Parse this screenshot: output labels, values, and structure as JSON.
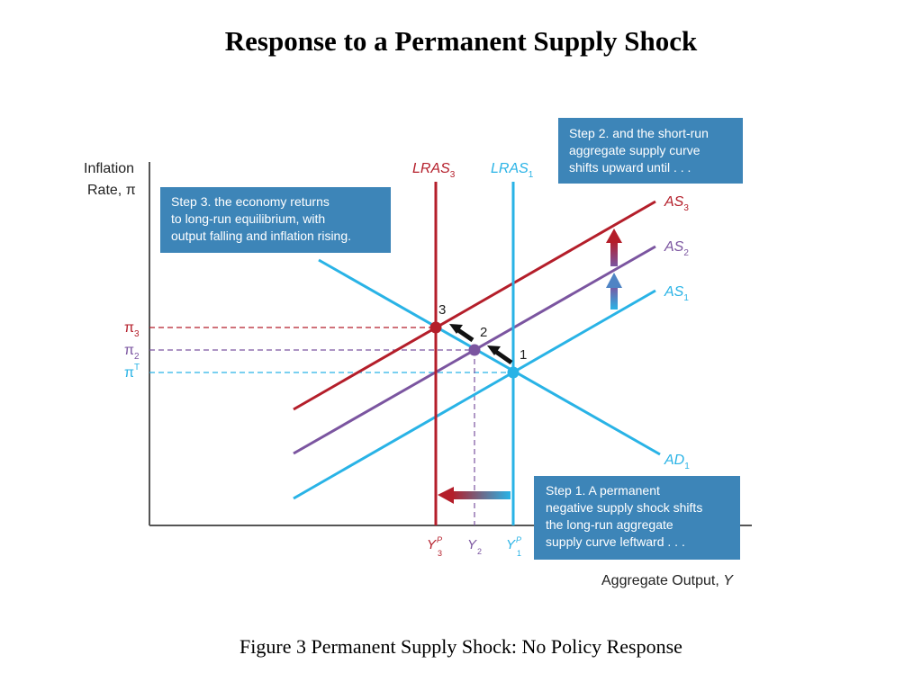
{
  "title": "Response to a Permanent Supply Shock",
  "caption": "Figure 3  Permanent Supply Shock: No Policy Response",
  "colors": {
    "blue": "#29b3e6",
    "purple": "#7b55a0",
    "red": "#b41e2a",
    "box": "#3d85b8",
    "gray": "#555555"
  },
  "axes": {
    "y_label_line1": "Inflation",
    "y_label_line2": "Rate, π",
    "x_label": "Aggregate Output, ",
    "x_label_var": "Y"
  },
  "curves": {
    "lras3": {
      "main": "LRAS",
      "sub": "3"
    },
    "lras1": {
      "main": "LRAS",
      "sub": "1"
    },
    "as3": {
      "main": "AS",
      "sub": "3"
    },
    "as2": {
      "main": "AS",
      "sub": "2"
    },
    "as1": {
      "main": "AS",
      "sub": "1"
    },
    "ad1": {
      "main": "AD",
      "sub": "1"
    }
  },
  "points": {
    "p1": "1",
    "p2": "2",
    "p3": "3"
  },
  "y_ticks": {
    "pi3": {
      "main": "π",
      "sub": "3"
    },
    "pi2": {
      "main": "π",
      "sub": "2"
    },
    "piT": {
      "main": "π",
      "sup": "T"
    }
  },
  "x_ticks": {
    "y3p": {
      "main": "Y",
      "sup": "P",
      "sub": "3"
    },
    "y2": {
      "main": "Y",
      "sub": "2"
    },
    "y1p": {
      "main": "Y",
      "sup": "P",
      "sub": "1"
    }
  },
  "boxes": {
    "step1": [
      "Step 1. A permanent",
      "negative supply shock shifts",
      "the long-run aggregate",
      "supply curve leftward . . ."
    ],
    "step2": [
      "Step 2. and the short-run",
      "aggregate supply curve",
      "shifts upward until . . ."
    ],
    "step3": [
      "Step 3. the economy returns",
      "to long-run equilibrium, with",
      "output falling and inflation rising."
    ]
  }
}
